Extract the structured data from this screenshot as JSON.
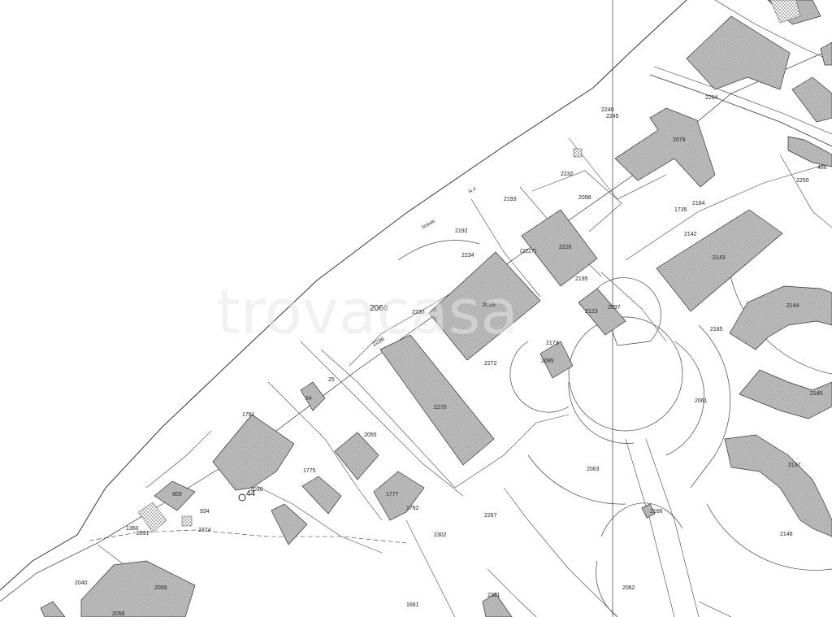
{
  "watermark": "trovacasa",
  "colors": {
    "line": "#3a3a3a",
    "building_fill": "#b9b9b9",
    "background": "#ffffff"
  },
  "road": {
    "name_part1": "Statale",
    "name_part2": "N.4"
  },
  "parcels": [
    "2066",
    "2232",
    "2193",
    "2098",
    "2079",
    "2245",
    "2240",
    "1735",
    "2184",
    "2143",
    "2142",
    "2192",
    "2234",
    "2226",
    "(2227)",
    "2195",
    "2230",
    "2095",
    "2123",
    "2097",
    "2173",
    "2272",
    "2095",
    "2270",
    "2144",
    "2145",
    "2185",
    "2061",
    "2137",
    "2146",
    "2055",
    "1775",
    "1777",
    "1782",
    "2063",
    "2267",
    "2302",
    "1781",
    "24",
    "25",
    "44",
    "2030",
    "903",
    "934",
    "2374",
    "2031",
    "1360",
    "2040",
    "2059",
    "2058",
    "1661",
    "2321",
    "2062",
    "2166",
    "2294",
    "2250",
    "486",
    "2236"
  ]
}
